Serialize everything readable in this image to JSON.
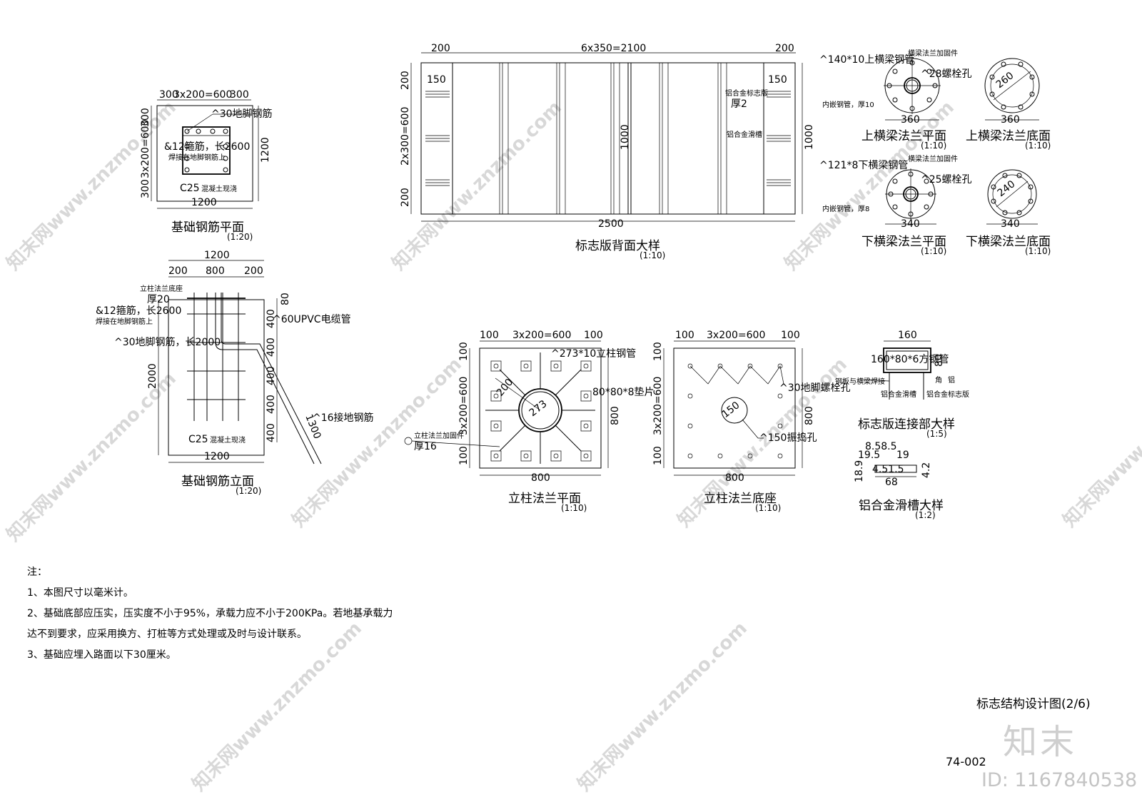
{
  "foundation_plan": {
    "dims": [
      "300",
      "3x200=600",
      "300",
      "300",
      "3x200=600",
      "300",
      "1200",
      "1200"
    ],
    "anchor_bar": "^30地脚钢筋",
    "hoop": "&12箍筋，长2600",
    "hoop_note": "焊接在地脚钢筋上",
    "concrete": "C25",
    "concrete_note": "混凝土现浇",
    "title": "基础钢筋平面",
    "scale": "(1:20)"
  },
  "foundation_elev": {
    "dims": [
      "1200",
      "200",
      "800",
      "200",
      "80",
      "400",
      "400",
      "400",
      "400",
      "400",
      "2000",
      "1200",
      "1300"
    ],
    "base_plate": "立柱法兰底座",
    "base_plate_thk": "厚20",
    "hoop": "&12箍筋，长2600",
    "hoop_note": "焊接在地脚钢筋上",
    "anchor": "^30地脚钢筋，长2000",
    "pvc": "^60UPVC电缆管",
    "ground_bar": "^16接地钢筋",
    "concrete": "C25",
    "concrete_note": "混凝土现浇",
    "title": "基础钢筋立面",
    "scale": "(1:20)"
  },
  "sign_back": {
    "dims": [
      "200",
      "6x350=2100",
      "200",
      "150",
      "150",
      "200",
      "2x300=600",
      "200",
      "1000",
      "1000",
      "2500"
    ],
    "panel_label": "铝合金标志版",
    "panel_thk": "厚2",
    "slide_label": "铝合金滑槽",
    "title": "标志版背面大样",
    "scale": "(1:10)"
  },
  "upper_flange": {
    "pipe": "^140*10上横梁钢管",
    "stiffener": "横梁法兰加固件",
    "bolt": "^28螺栓孔",
    "inner": "内嵌钢管，厚10",
    "dim": "360",
    "dim_bottom": "360",
    "bottom_circle": "260",
    "title_plan": "上横梁法兰平面",
    "title_bottom": "上横梁法兰底面",
    "scale_plan": "(1:10)",
    "scale_bottom": "(1:10)"
  },
  "lower_flange": {
    "pipe": "^121*8下横梁钢管",
    "stiffener": "横梁法兰加固件",
    "bolt": "^25螺栓孔",
    "inner": "内嵌钢管，厚8",
    "dim": "340",
    "dim_bottom": "340",
    "bottom_circle": "240",
    "title_plan": "下横梁法兰平面",
    "title_bottom": "下横梁法兰底面",
    "scale_plan": "(1:10)",
    "scale_bottom": "(1:10)"
  },
  "column_flange_plan": {
    "dims": [
      "100",
      "3x200=600",
      "100",
      "100",
      "3x200=600",
      "100",
      "800",
      "800"
    ],
    "pipe": "^273*10立柱钢管",
    "pad": "80*80*8垫片",
    "pipe_dia": "273",
    "radius": "200",
    "stiffener": "立柱法兰加固件",
    "stiffener_thk": "厚16",
    "title": "立柱法兰平面",
    "scale": "(1:10)"
  },
  "column_flange_base": {
    "dims": [
      "100",
      "3x200=600",
      "100",
      "100",
      "3x200=600",
      "100",
      "800",
      "800"
    ],
    "bolt_hole": "^30地脚螺栓孔",
    "dia": "150",
    "tamp_hole": "^150振捣孔",
    "title": "立柱法兰底座",
    "scale": "(1:10)"
  },
  "connection": {
    "dim": "160",
    "tube": "160*80*6方钢管",
    "side": "80",
    "weld": "钢板与横梁焊接",
    "angle": "角",
    "alu": "铝",
    "slide": "铝合金滑槽",
    "panel": "铝合金标志版",
    "title": "标志版连接部大样",
    "scale": "(1:5)"
  },
  "alu_slide": {
    "dims_top": "8.58.5",
    "dims_mid": "19.5",
    "dims_mid2": "19",
    "dims_low": "4.51.5",
    "height": "18.9",
    "height_r": "4.2",
    "width": "68",
    "title": "铝合金滑槽大样",
    "scale": "(1:2)"
  },
  "notes": {
    "head": "注：",
    "items": [
      "1、本图尺寸以毫米计。",
      "2、基础底部应压实，压实度不小于95%，承载力应不小于200KPa。若地基承载力",
      "   达不到要求，应采用换方、打桩等方式处理或及时与设计联系。",
      "3、基础应埋入路面以下30厘米。"
    ]
  },
  "sheet": {
    "title": "标志结构设计图(2/6)",
    "number": "74-002",
    "logo": "知末",
    "id": "ID: 1167840538",
    "watermark": "知末网www.znzmo.com"
  }
}
